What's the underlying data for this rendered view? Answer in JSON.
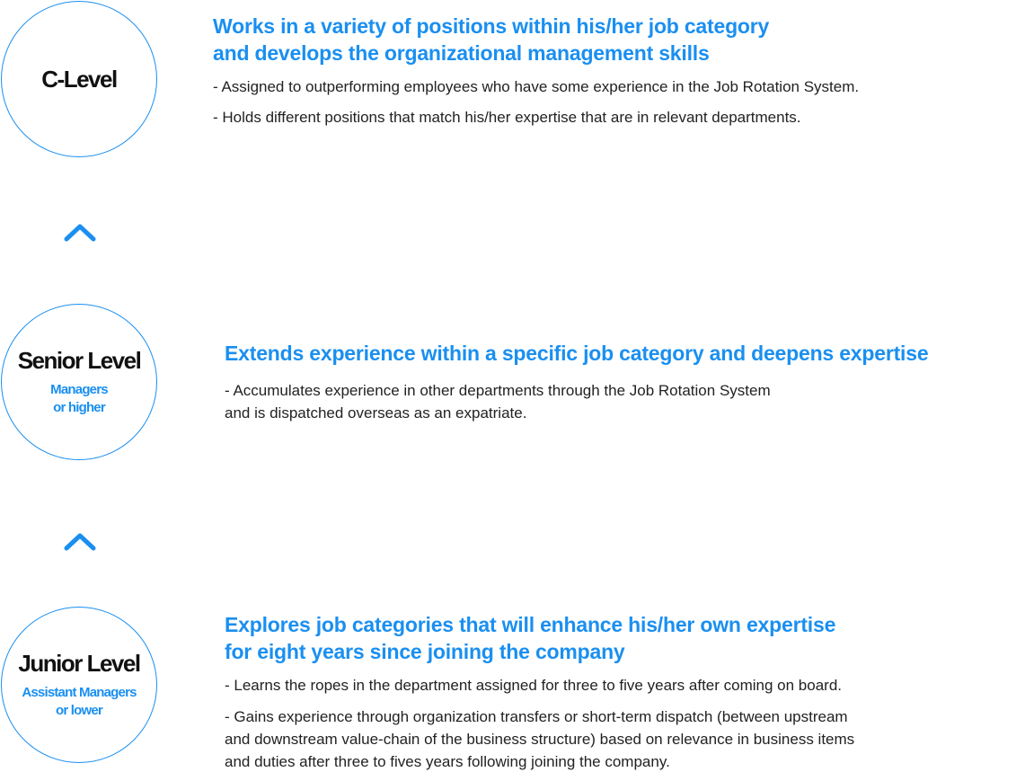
{
  "levels": [
    {
      "title": "C-Level",
      "subtitle": "",
      "heading": "Works in a variety of positions within his/her job category\nand develops the organizational management skills",
      "bullets": [
        "Assigned to outperforming employees who have some experience in the Job Rotation System.",
        "Holds different positions that match his/her expertise that are in relevant departments."
      ]
    },
    {
      "title": "Senior Level",
      "subtitle": "Managers\nor higher",
      "heading": "Extends experience within a specific job category and deepens expertise",
      "bullets": [
        "Accumulates experience in other departments through the Job Rotation System\n  and is dispatched overseas as an expatriate."
      ]
    },
    {
      "title": "Junior Level",
      "subtitle": "Assistant Managers\nor lower",
      "heading": "Explores job categories that will enhance his/her own expertise\nfor eight years since joining the company",
      "bullets": [
        "Learns the ropes in the department assigned for three to five years after coming on board.",
        "Gains experience through organization transfers or short-term dispatch (between upstream\n  and downstream value-chain of the business structure) based on relevance in business items\n  and duties after three to fives years following joining the company."
      ]
    }
  ],
  "bullet_marker": "- ",
  "icons": {
    "connector": "chevron-up-icon"
  },
  "colors": {
    "accent": "#1a8ff0",
    "text": "#222222",
    "title": "#111111"
  }
}
